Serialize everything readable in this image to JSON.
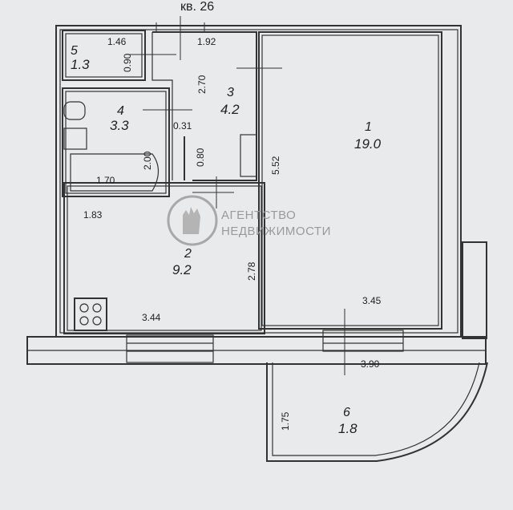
{
  "title": "кв. 26",
  "rooms": [
    {
      "id": "1",
      "number": "1",
      "area": "19.0"
    },
    {
      "id": "2",
      "number": "2",
      "area": "9.2"
    },
    {
      "id": "3",
      "number": "3",
      "area": "4.2"
    },
    {
      "id": "4",
      "number": "4",
      "area": "3.3"
    },
    {
      "id": "5",
      "number": "5",
      "area": "1.3"
    },
    {
      "id": "6",
      "number": "6",
      "area": "1.8"
    }
  ],
  "dimensions": {
    "d_1_46": "1.46",
    "d_0_90": "0.90",
    "d_1_92": "1.92",
    "d_2_70": "2.70",
    "d_0_31": "0.31",
    "d_0_80": "0.80",
    "d_2_00": "2.00",
    "d_1_70": "1.70",
    "d_5_52": "5.52",
    "d_1_83": "1.83",
    "d_2_78": "2.78",
    "d_3_44": "3.44",
    "d_3_45": "3.45",
    "d_3_90": "3.90",
    "d_1_75": "1.75"
  },
  "watermark": {
    "line1": "АГЕНТСТВО",
    "line2": "НЕДВИЖИМОСТИ"
  }
}
